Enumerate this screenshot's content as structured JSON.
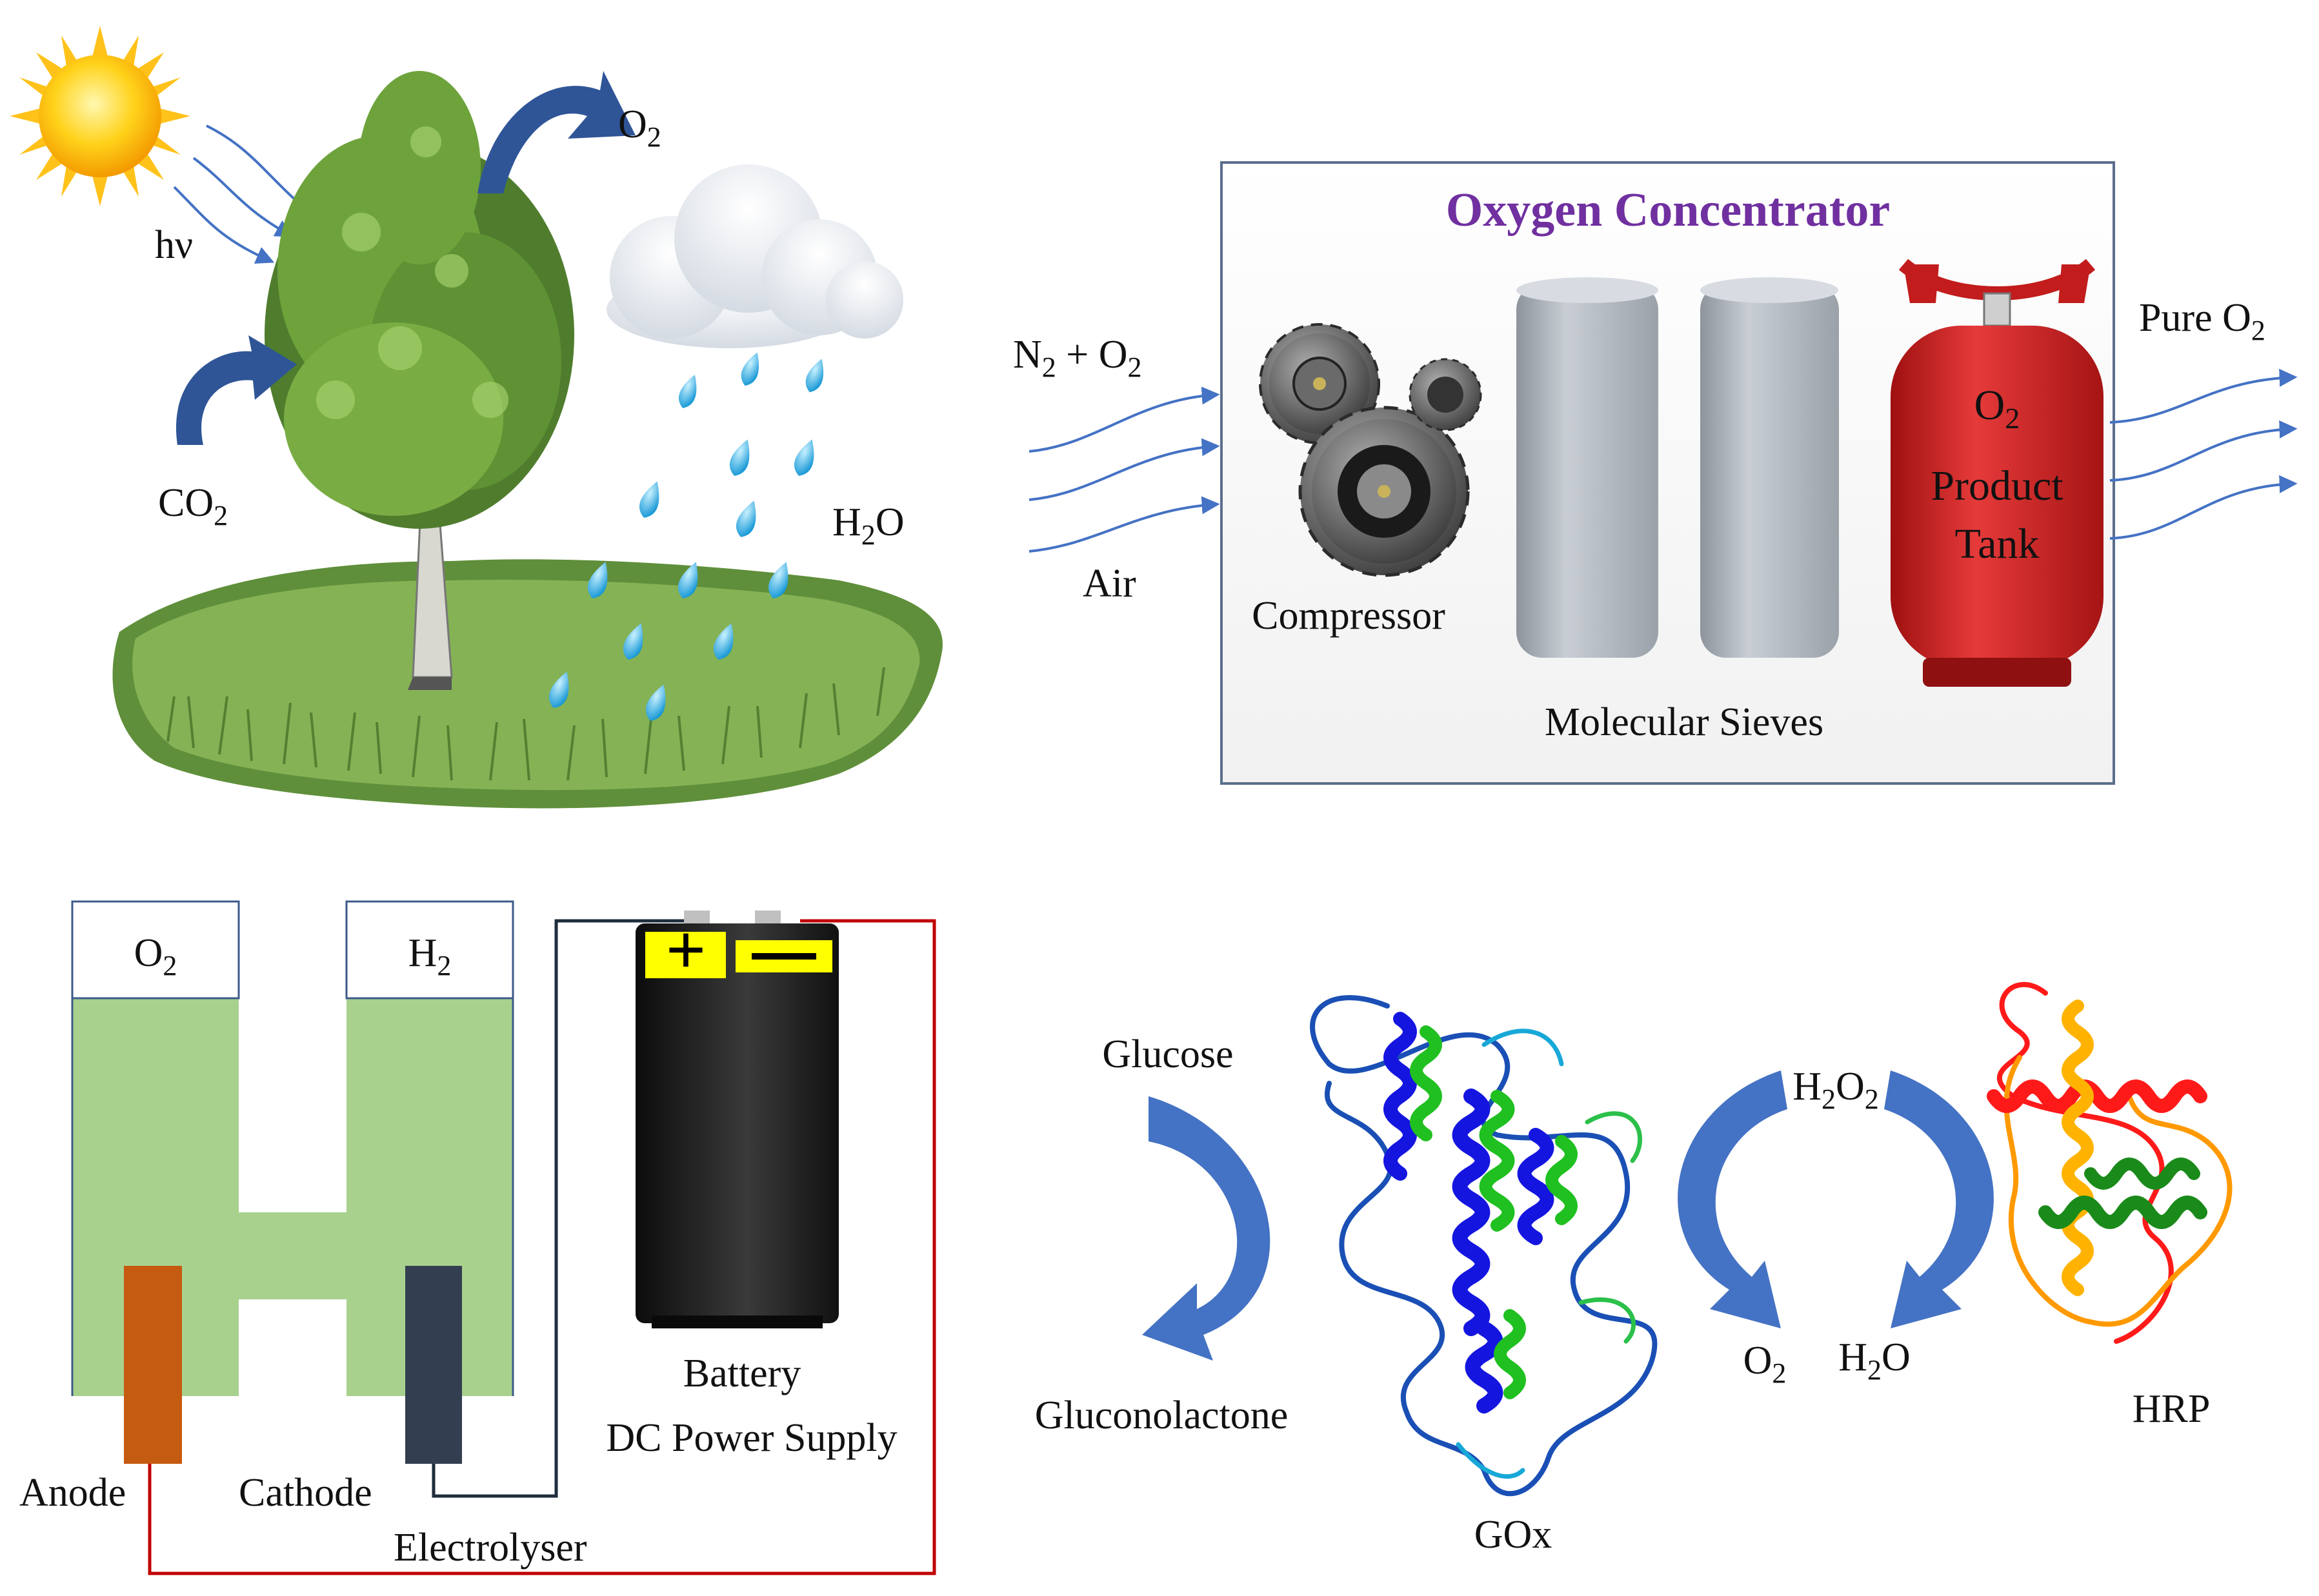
{
  "colors": {
    "title": "#7030a0",
    "curved_arrow": "#2f5597",
    "thin_arrow": "#4472c4",
    "electrolyte": "#a9d18e",
    "anode": "#c55a11",
    "cathode": "#333f50",
    "wire_red": "#c00000",
    "wire_dark": "#1f2d3d",
    "tank_red": "#d42424",
    "battery_terminal": "#ffff00",
    "goxs_helix_blue": "#1515e0",
    "goxs_helix_green": "#20c020",
    "hrp_red": "#ff1a1a",
    "hrp_orange": "#ff9900",
    "hrp_green": "#1a8a1a"
  },
  "photosynthesis": {
    "light": "hν",
    "o2": {
      "base": "O",
      "sub": "2"
    },
    "co2": {
      "base": "CO",
      "sub": "2"
    },
    "h2o": {
      "pre": "H",
      "sub": "2",
      "post": "O"
    }
  },
  "concentrator": {
    "title": "Oxygen Concentrator",
    "input": {
      "a": "N",
      "a_sub": "2",
      "mid": " + O",
      "b_sub": "2"
    },
    "air": "Air",
    "compressor": "Compressor",
    "sieves": "Molecular Sieves",
    "tank_o2": {
      "base": "O",
      "sub": "2"
    },
    "tank_line1": "Product",
    "tank_line2": "Tank",
    "output": {
      "base": "Pure O",
      "sub": "2"
    }
  },
  "electrolysis": {
    "left_gas": {
      "base": "O",
      "sub": "2"
    },
    "right_gas": {
      "base": "H",
      "sub": "2"
    },
    "plus": "+",
    "anode": "Anode",
    "cathode": "Cathode",
    "electrolyser": "Electrolyser",
    "battery": "Battery",
    "power": "DC Power Supply"
  },
  "enzymatic": {
    "glucose": "Glucose",
    "gluconolactone": "Gluconolactone",
    "gox": "GOx",
    "h2o2": {
      "pre": "H",
      "sub1": "2",
      "mid": "O",
      "sub2": "2"
    },
    "o2": {
      "base": "O",
      "sub": "2"
    },
    "h2o": {
      "pre": "H",
      "sub": "2",
      "post": "O"
    },
    "hrp": "HRP"
  }
}
